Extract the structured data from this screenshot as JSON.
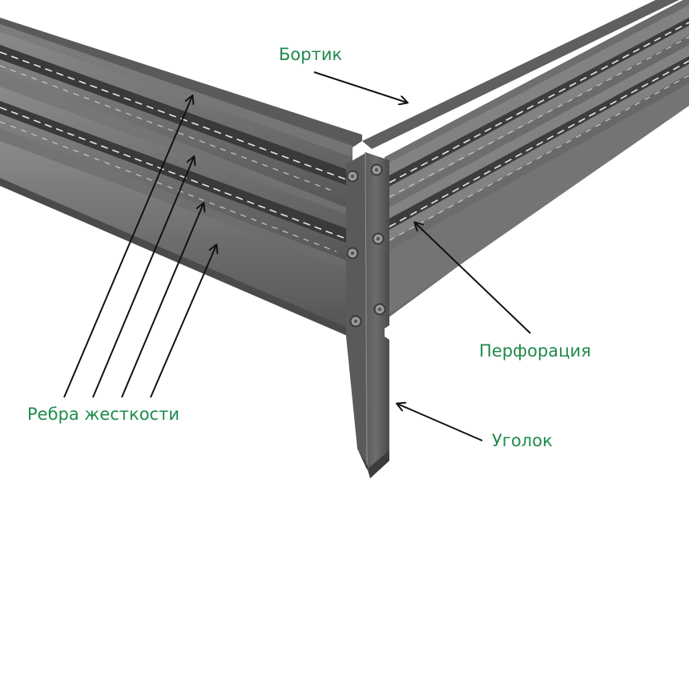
{
  "colors": {
    "label": "#1f8a4c",
    "metal_top": "#6e6e6e",
    "metal_face": "#7a7a7a",
    "metal_shadow": "#4f4f4f",
    "metal_dark": "#3c3c3c",
    "perforation": "#e8e8e8",
    "arrow": "#111111"
  },
  "icons": [
    "bolt-icon",
    "arrow-icon"
  ],
  "labels": {
    "bortik": "Бортик",
    "perforation": "Перфорация",
    "ribs": "Ребра жесткости",
    "corner": "Уголок"
  }
}
